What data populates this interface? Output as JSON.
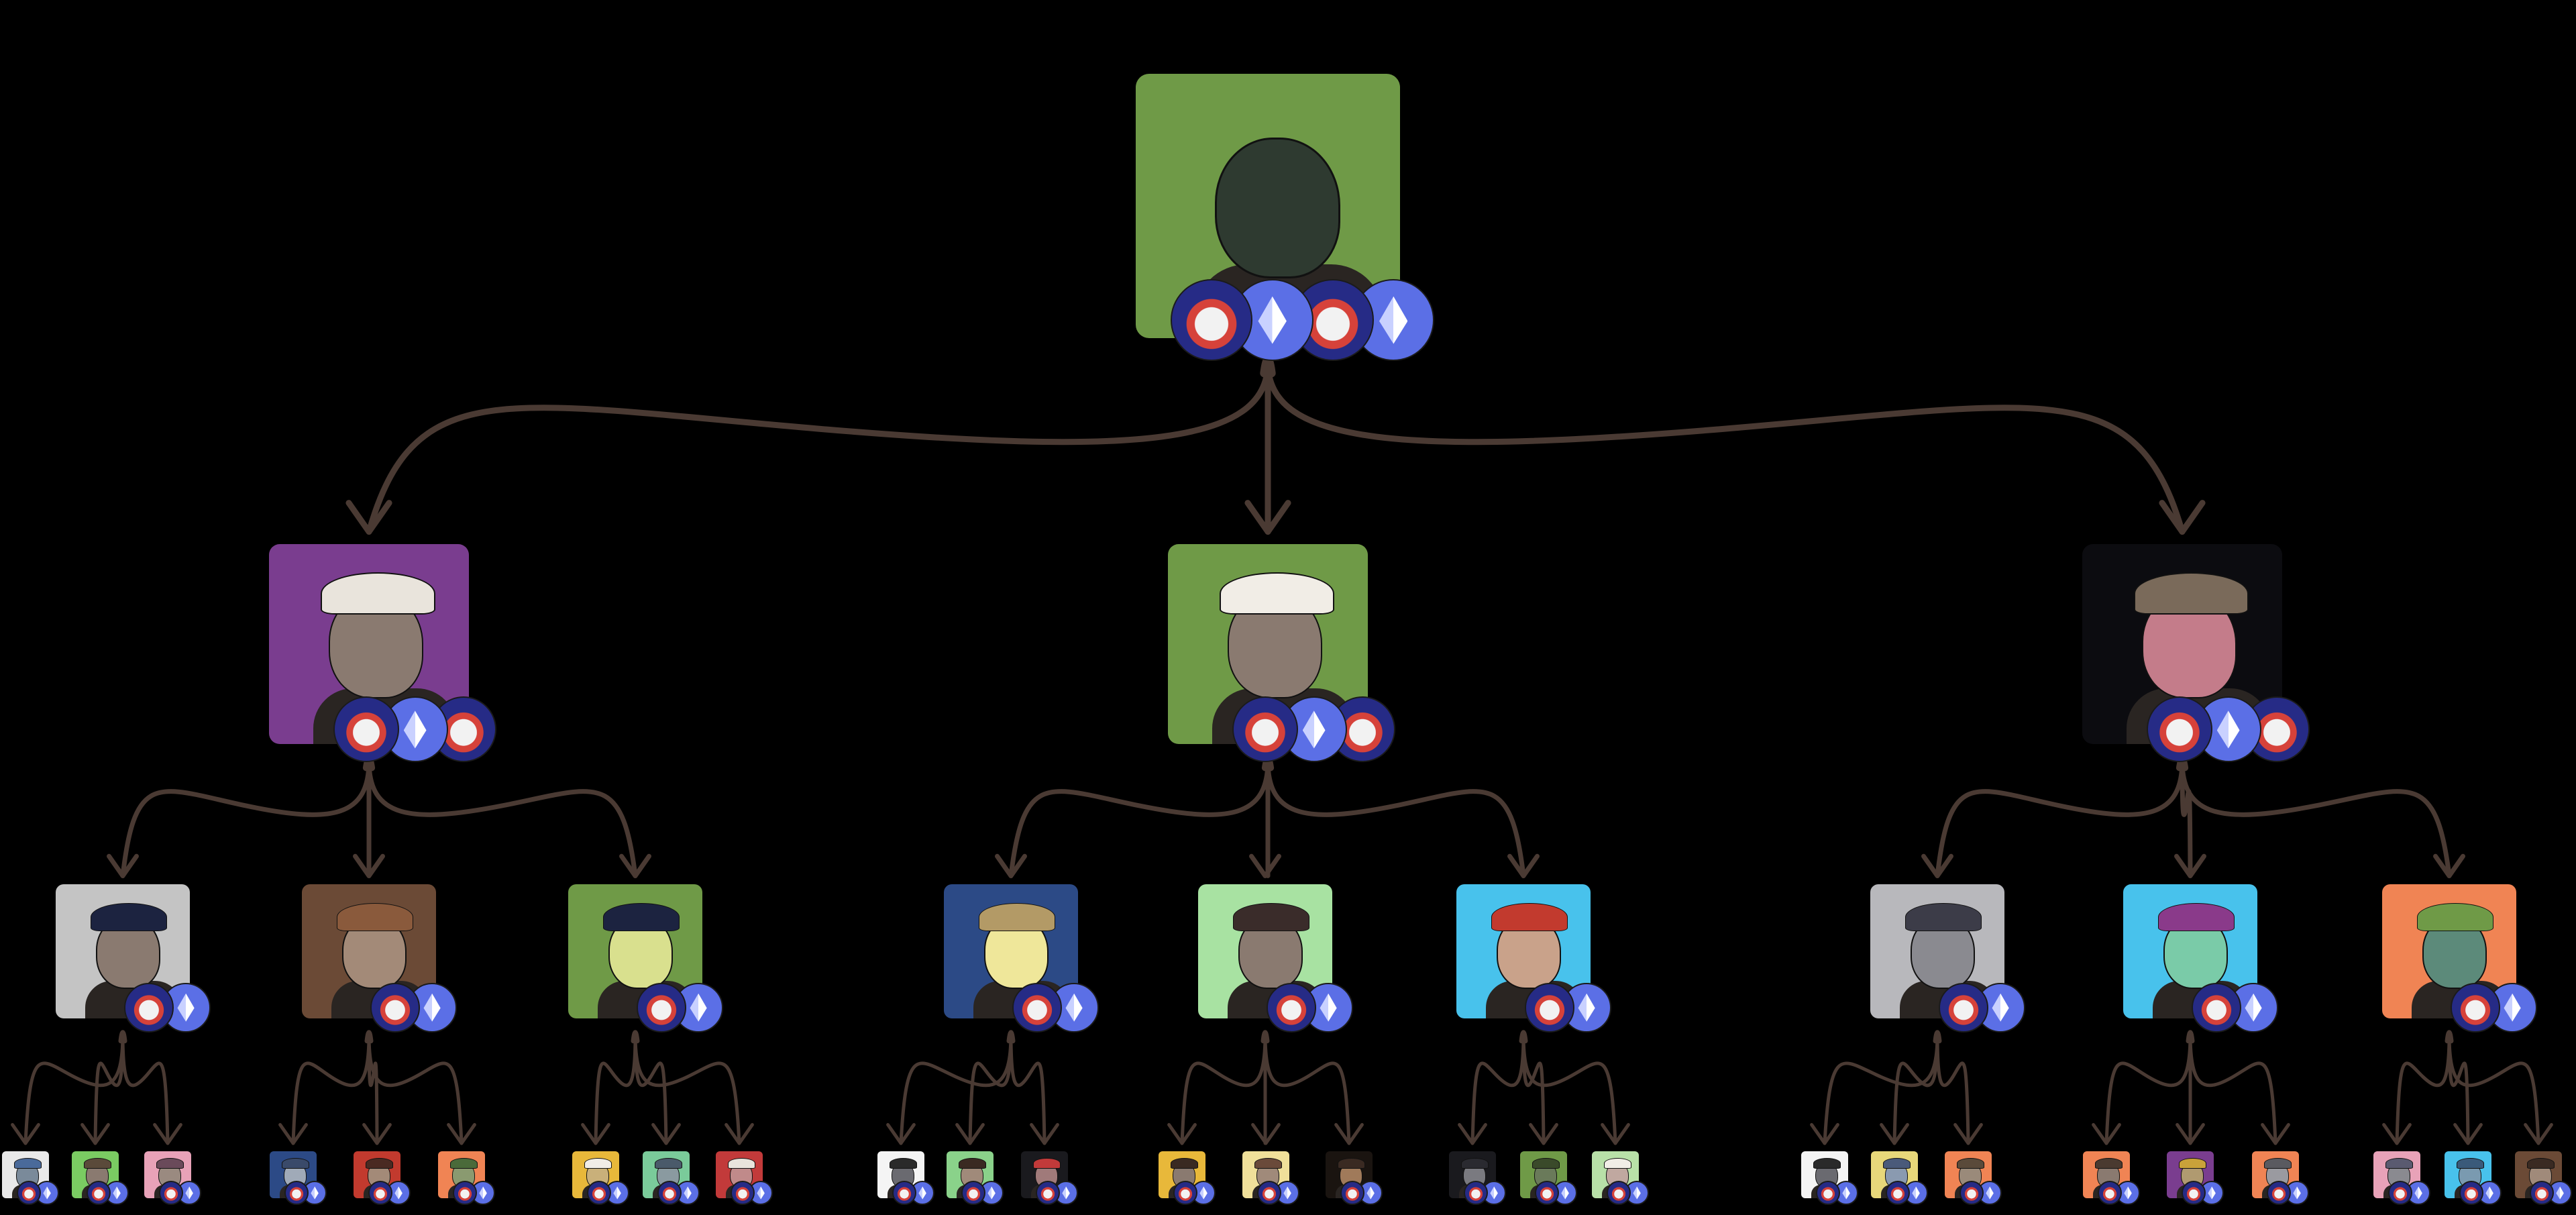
{
  "diagram": {
    "type": "family-tree",
    "levels": 4,
    "arrow_color": "#4a3a33",
    "background": "#000000"
  },
  "nodes": [
    {
      "id": "root",
      "level": 0,
      "bg": "#6f9a47",
      "head": "#2e3a30",
      "hat": "none",
      "badges": [
        "flag",
        "eth",
        "flag",
        "eth"
      ]
    },
    {
      "id": "l1-a",
      "level": 1,
      "bg": "#7a3d8f",
      "head": "#8a7a70",
      "hat": "#e9e4dc",
      "badges": [
        "flag",
        "eth",
        "flag"
      ]
    },
    {
      "id": "l1-b",
      "level": 1,
      "bg": "#6f9a47",
      "head": "#8a7a70",
      "hat": "#f1ede6",
      "badges": [
        "flag",
        "eth",
        "flag"
      ]
    },
    {
      "id": "l1-c",
      "level": 1,
      "bg": "#0c0c10",
      "head": "#c47c8a",
      "hat": "#7a6a5a",
      "badges": [
        "flag",
        "eth",
        "flag"
      ]
    },
    {
      "id": "l2-a1",
      "level": 2,
      "bg": "#c4c4c4",
      "head": "#8a7a70",
      "hat": "#1c2340",
      "badges": [
        "flag",
        "eth"
      ]
    },
    {
      "id": "l2-a2",
      "level": 2,
      "bg": "#6b4a36",
      "head": "#a38a78",
      "hat": "#8a5a3c",
      "badges": [
        "flag",
        "eth"
      ]
    },
    {
      "id": "l2-a3",
      "level": 2,
      "bg": "#6f9a47",
      "head": "#d9e08e",
      "hat": "#1c2340",
      "badges": [
        "flag",
        "eth"
      ]
    },
    {
      "id": "l2-b1",
      "level": 2,
      "bg": "#2c4a86",
      "head": "#efe79a",
      "hat": "#b39a66",
      "badges": [
        "flag",
        "eth"
      ]
    },
    {
      "id": "l2-b2",
      "level": 2,
      "bg": "#a8e2a2",
      "head": "#8a7a70",
      "hat": "#3a2c2a",
      "badges": [
        "flag",
        "eth"
      ]
    },
    {
      "id": "l2-b3",
      "level": 2,
      "bg": "#48c2ec",
      "head": "#c9a28a",
      "hat": "#c23a2e",
      "badges": [
        "flag",
        "eth"
      ]
    },
    {
      "id": "l2-c1",
      "level": 2,
      "bg": "#b8b8bc",
      "head": "#8a8a90",
      "hat": "#3c3c48",
      "badges": [
        "flag",
        "eth"
      ]
    },
    {
      "id": "l2-c2",
      "level": 2,
      "bg": "#48c2ec",
      "head": "#7acba8",
      "hat": "#8a3a8a",
      "badges": [
        "flag",
        "eth"
      ]
    },
    {
      "id": "l2-c3",
      "level": 2,
      "bg": "#f08454",
      "head": "#5c8a7a",
      "hat": "#6f9a47",
      "badges": [
        "flag",
        "eth"
      ]
    },
    {
      "id": "l3-a1a",
      "level": 3,
      "bg": "#e9e9e9",
      "head": "#7a8a9a",
      "hat": "#4a6a9a",
      "badges": [
        "flag",
        "eth"
      ]
    },
    {
      "id": "l3-a1b",
      "level": 3,
      "bg": "#7acb62",
      "head": "#8a7a70",
      "hat": "#5a4a3a",
      "badges": [
        "flag",
        "eth"
      ]
    },
    {
      "id": "l3-a1c",
      "level": 3,
      "bg": "#e8a2b8",
      "head": "#9a8a80",
      "hat": "#6a4a5a",
      "badges": [
        "flag",
        "eth"
      ]
    },
    {
      "id": "l3-a2a",
      "level": 3,
      "bg": "#2c4a86",
      "head": "#a0aab8",
      "hat": "#3a4a6a",
      "badges": [
        "flag",
        "eth"
      ]
    },
    {
      "id": "l3-a2b",
      "level": 3,
      "bg": "#c23a2e",
      "head": "#a38a78",
      "hat": "#4a2a22",
      "badges": [
        "flag",
        "eth"
      ]
    },
    {
      "id": "l3-a2c",
      "level": 3,
      "bg": "#f08454",
      "head": "#8a9a70",
      "hat": "#4a6a3a",
      "badges": [
        "flag",
        "eth"
      ]
    },
    {
      "id": "l3-a3a",
      "level": 3,
      "bg": "#e8b83a",
      "head": "#c9b07a",
      "hat": "#f1ede6",
      "badges": [
        "flag",
        "eth"
      ]
    },
    {
      "id": "l3-a3b",
      "level": 3,
      "bg": "#7acb9a",
      "head": "#8a9aa0",
      "hat": "#4a5a6a",
      "badges": [
        "flag",
        "eth"
      ]
    },
    {
      "id": "l3-a3c",
      "level": 3,
      "bg": "#c23a3a",
      "head": "#c08a8a",
      "hat": "#e9e4dc",
      "badges": [
        "flag",
        "eth"
      ]
    },
    {
      "id": "l3-b1a",
      "level": 3,
      "bg": "#f4f4f4",
      "head": "#6a6a70",
      "hat": "#2a2a2a",
      "badges": [
        "flag",
        "eth"
      ]
    },
    {
      "id": "l3-b1b",
      "level": 3,
      "bg": "#8ad28a",
      "head": "#a08a7a",
      "hat": "#3a2a22",
      "badges": [
        "flag",
        "eth"
      ]
    },
    {
      "id": "l3-b1c",
      "level": 3,
      "bg": "#1a1a1e",
      "head": "#a07a7a",
      "hat": "#c23a3a",
      "badges": [
        "flag",
        "eth"
      ]
    },
    {
      "id": "l3-b2a",
      "level": 3,
      "bg": "#e8b83a",
      "head": "#8a7a70",
      "hat": "#3a2a22",
      "badges": [
        "flag",
        "eth"
      ]
    },
    {
      "id": "l3-b2b",
      "level": 3,
      "bg": "#f0e09a",
      "head": "#a08a7a",
      "hat": "#6a4a3a",
      "badges": [
        "flag",
        "eth"
      ]
    },
    {
      "id": "l3-b2c",
      "level": 3,
      "bg": "#1a1410",
      "head": "#a07a5a",
      "hat": "#3a2a22",
      "badges": [
        "flag",
        "eth"
      ]
    },
    {
      "id": "l3-b3a",
      "level": 3,
      "bg": "#1a1a1e",
      "head": "#7a7a80",
      "hat": "#2a2a30",
      "badges": [
        "flag",
        "eth"
      ]
    },
    {
      "id": "l3-b3b",
      "level": 3,
      "bg": "#6f9a47",
      "head": "#6a7a5a",
      "hat": "#3a4a2a",
      "badges": [
        "flag",
        "eth"
      ]
    },
    {
      "id": "l3-b3c",
      "level": 3,
      "bg": "#b8e0a8",
      "head": "#c0a8a0",
      "hat": "#f1ede6",
      "badges": [
        "flag",
        "eth"
      ]
    },
    {
      "id": "l3-c1a",
      "level": 3,
      "bg": "#f4f4f4",
      "head": "#6a6a70",
      "hat": "#2a2a2a",
      "badges": [
        "flag",
        "eth"
      ]
    },
    {
      "id": "l3-c1b",
      "level": 3,
      "bg": "#e8d87a",
      "head": "#8a9ab0",
      "hat": "#4a5a7a",
      "badges": [
        "flag",
        "eth"
      ]
    },
    {
      "id": "l3-c1c",
      "level": 3,
      "bg": "#f08454",
      "head": "#9a8a7a",
      "hat": "#5a4a3a",
      "badges": [
        "flag",
        "eth"
      ]
    },
    {
      "id": "l3-c2a",
      "level": 3,
      "bg": "#f08454",
      "head": "#8a7a70",
      "hat": "#4a3a30",
      "badges": [
        "flag",
        "eth"
      ]
    },
    {
      "id": "l3-c2b",
      "level": 3,
      "bg": "#7a3d8f",
      "head": "#b09a70",
      "hat": "#c9a23a",
      "badges": [
        "flag",
        "eth"
      ]
    },
    {
      "id": "l3-c2c",
      "level": 3,
      "bg": "#f08454",
      "head": "#9a9aa0",
      "hat": "#5a5a60",
      "badges": [
        "flag",
        "eth"
      ]
    },
    {
      "id": "l3-c3a",
      "level": 3,
      "bg": "#e8a2b8",
      "head": "#8a8a90",
      "hat": "#5a5a70",
      "badges": [
        "flag",
        "eth"
      ]
    },
    {
      "id": "l3-c3b",
      "level": 3,
      "bg": "#48c2ec",
      "head": "#7a9ab0",
      "hat": "#3a5a7a",
      "badges": [
        "flag",
        "eth"
      ]
    },
    {
      "id": "l3-c3c",
      "level": 3,
      "bg": "#6b4a36",
      "head": "#a08a7a",
      "hat": "#3a2a22",
      "badges": [
        "flag",
        "eth"
      ]
    }
  ],
  "edges": [
    [
      "root",
      "l1-a"
    ],
    [
      "root",
      "l1-b"
    ],
    [
      "root",
      "l1-c"
    ],
    [
      "l1-a",
      "l2-a1"
    ],
    [
      "l1-a",
      "l2-a2"
    ],
    [
      "l1-a",
      "l2-a3"
    ],
    [
      "l1-b",
      "l2-b1"
    ],
    [
      "l1-b",
      "l2-b2"
    ],
    [
      "l1-b",
      "l2-b3"
    ],
    [
      "l1-c",
      "l2-c1"
    ],
    [
      "l1-c",
      "l2-c2"
    ],
    [
      "l1-c",
      "l2-c3"
    ],
    [
      "l2-a1",
      "l3-a1a"
    ],
    [
      "l2-a1",
      "l3-a1b"
    ],
    [
      "l2-a1",
      "l3-a1c"
    ],
    [
      "l2-a2",
      "l3-a2a"
    ],
    [
      "l2-a2",
      "l3-a2b"
    ],
    [
      "l2-a2",
      "l3-a2c"
    ],
    [
      "l2-a3",
      "l3-a3a"
    ],
    [
      "l2-a3",
      "l3-a3b"
    ],
    [
      "l2-a3",
      "l3-a3c"
    ],
    [
      "l2-b1",
      "l3-b1a"
    ],
    [
      "l2-b1",
      "l3-b1b"
    ],
    [
      "l2-b1",
      "l3-b1c"
    ],
    [
      "l2-b2",
      "l3-b2a"
    ],
    [
      "l2-b2",
      "l3-b2b"
    ],
    [
      "l2-b2",
      "l3-b2c"
    ],
    [
      "l2-b3",
      "l3-b3a"
    ],
    [
      "l2-b3",
      "l3-b3b"
    ],
    [
      "l2-b3",
      "l3-b3c"
    ],
    [
      "l2-c1",
      "l3-c1a"
    ],
    [
      "l2-c1",
      "l3-c1b"
    ],
    [
      "l2-c1",
      "l3-c1c"
    ],
    [
      "l2-c2",
      "l3-c2a"
    ],
    [
      "l2-c2",
      "l3-c2b"
    ],
    [
      "l2-c2",
      "l3-c2c"
    ],
    [
      "l2-c3",
      "l3-c3a"
    ],
    [
      "l2-c3",
      "l3-c3b"
    ],
    [
      "l2-c3",
      "l3-c3c"
    ]
  ]
}
